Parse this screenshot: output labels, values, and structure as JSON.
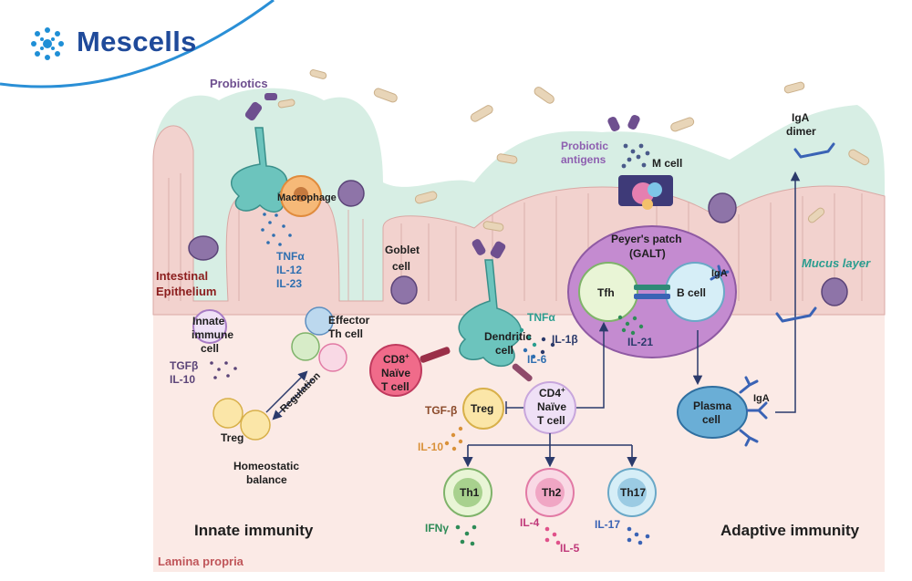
{
  "brand": {
    "name": "Mescells",
    "logo_icon": "cell-cluster-icon"
  },
  "labels": {
    "probiotics": "Probiotics",
    "macrophage": "Macrophage",
    "goblet_line1": "Goblet",
    "goblet_line2": "cell",
    "intestinal_line1": "Intestinal",
    "intestinal_line2": "Epithelium",
    "innate_cell_line1": "Innate",
    "innate_cell_line2": "immune",
    "innate_cell_line3": "cell",
    "effector_line1": "Effector",
    "effector_line2": "Th cell",
    "regulation": "Regulation",
    "treg_left": "Treg",
    "homeostatic_line1": "Homeostatic",
    "homeostatic_line2": "balance",
    "innate_immunity": "Innate immunity",
    "lamina_propria": "Lamina propria",
    "probiotic_antigens_line1": "Probiotic",
    "probiotic_antigens_line2": "antigens",
    "m_cell": "M cell",
    "peyers_line1": "Peyer's patch",
    "peyers_line2": "(GALT)",
    "tfh": "Tfh",
    "b_cell": "B cell",
    "iga_patch": "IgA",
    "il21": "IL-21",
    "dendritic_line1": "Dendritic",
    "dendritic_line2": "cell",
    "cd8_line1": "CD8",
    "cd8_sup": "+",
    "cd8_line2": "Naïve",
    "cd8_line3": "T cell",
    "treg_center": "Treg",
    "cd4_line1": "CD4",
    "cd4_sup": "+",
    "cd4_line2": "Naïve",
    "cd4_line3": "T cell",
    "th1": "Th1",
    "th2": "Th2",
    "th17": "Th17",
    "plasma_line1": "Plasma",
    "plasma_line2": "cell",
    "iga_plasma": "IgA",
    "iga_dimer_line1": "IgA",
    "iga_dimer_line2": "dimer",
    "mucus_layer": "Mucus layer",
    "adaptive_immunity": "Adaptive immunity"
  },
  "cytokines": {
    "mac_tnfa": "TNFα",
    "mac_il12": "IL-12",
    "mac_il23": "IL-23",
    "innate_tgfb": "TGFβ",
    "innate_il10": "IL-10",
    "dc_tnfa": "TNFα",
    "dc_il1b": "IL-1β",
    "dc_il6": "IL-6",
    "treg_tgfb": "TGF-β",
    "treg_il10": "IL-10",
    "th1_ifng": "IFNγ",
    "th2_il4": "IL-4",
    "th2_il5": "IL-5",
    "th17_il17": "IL-17"
  },
  "colors": {
    "brand": "#1f4a9a",
    "mucus": "#d7eee4",
    "epithelium": "#f2d2ce",
    "lamina": "#fbeae6",
    "navy": "#2b3a6b",
    "teal_cell": "#5fb9b4",
    "purple_patch": "#c48bd0",
    "dark_red_label": "#8b1d1d"
  }
}
